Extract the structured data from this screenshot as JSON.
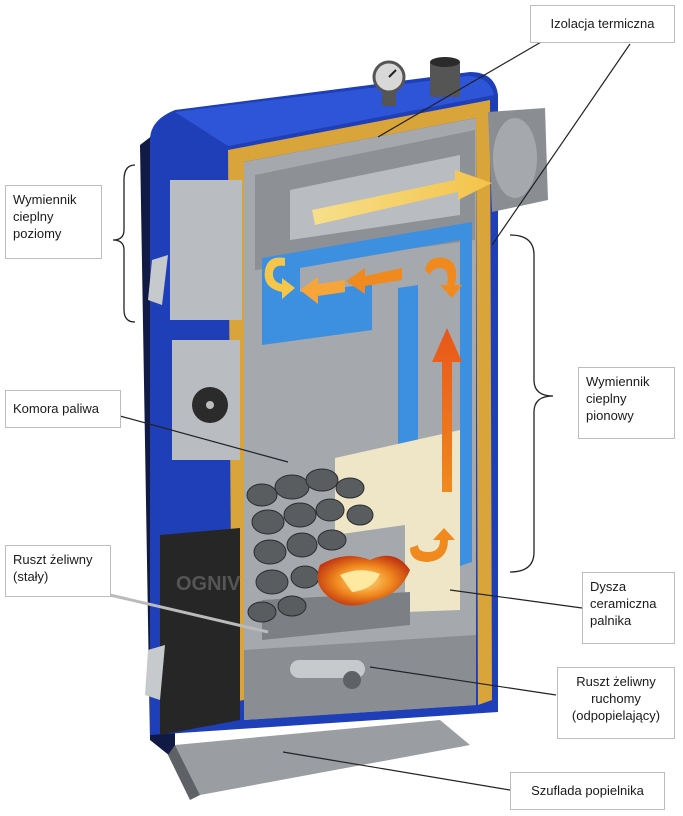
{
  "labels": {
    "izolacja": "Izolacja termiczna",
    "wymiennik_poziomy": "Wymiennik\ncieplny\npoziomy",
    "wymiennik_pionowy": "Wymiennik\ncieplny\npionowy",
    "komora": "Komora paliwa",
    "ruszt_staly": "Ruszt żeliwny\n(stały)",
    "dysza": "Dysza\nceramiczna\npalnika",
    "ruszt_ruchomy": "Ruszt żeliwny\nruchomy\n(odpopielający)",
    "szuflada": "Szuflada popielnika"
  },
  "brand_text": "OGNIV",
  "colors": {
    "casing_blue": "#1e3fb8",
    "insulation_gold": "#d9a43a",
    "water_jacket_blue": "#3d8fe0",
    "steel_gray": "#9a9ea3",
    "flow_arrow_orange": "#f07a1a",
    "flow_arrow_yellow": "#f5d36a",
    "ceramic": "#efe6c8"
  },
  "icons": [
    "pressure-gauge-icon",
    "chimney-outlet-icon",
    "fan-icon",
    "flame-icon",
    "coal-fuel-icon"
  ]
}
